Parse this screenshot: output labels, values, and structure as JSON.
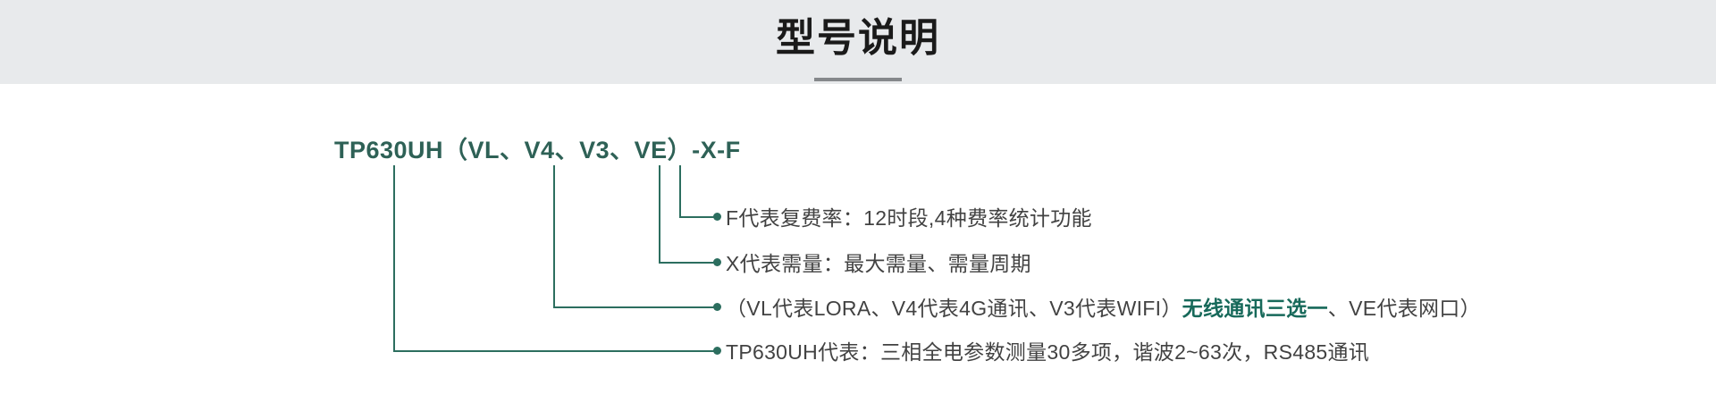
{
  "header": {
    "title": "型号说明",
    "background": "#e8eaec",
    "divider_color": "#85888b"
  },
  "diagram": {
    "model": "TP630UH（VL、V4、V3、VE）-X-F",
    "model_color": "#2e6156",
    "line_color": "#2c6e5f",
    "text_color": "#424242",
    "highlight_color": "#17695a",
    "rows": [
      {
        "key": "F",
        "label": "F代表复费率：12时段,4种费率统计功能"
      },
      {
        "key": "X",
        "label": "X代表需量：最大需量、需量周期"
      },
      {
        "key": "V",
        "prefix": "（VL代表LORA、V4代表4G通讯、V3代表WIFI）",
        "highlight": "无线通讯三选一",
        "suffix": "、VE代表网口）"
      },
      {
        "key": "TP630UH",
        "label": "TP630UH代表：三相全电参数测量30多项，谐波2~63次，RS485通讯"
      }
    ]
  }
}
